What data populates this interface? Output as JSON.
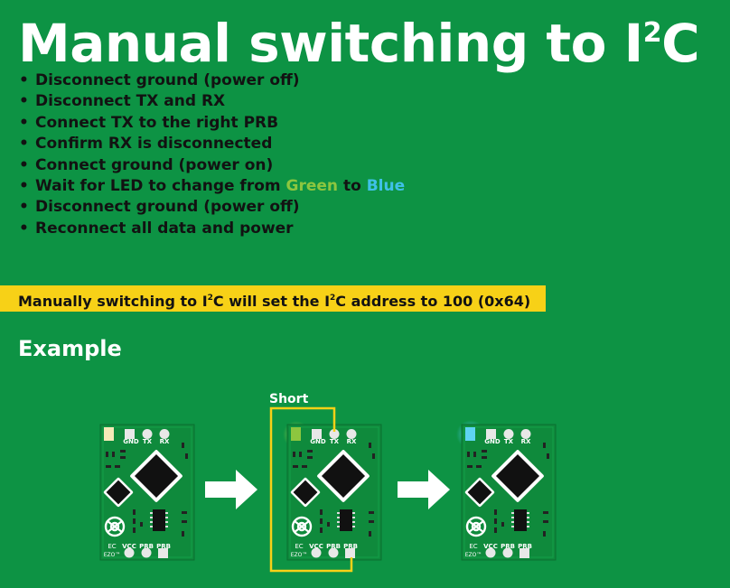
{
  "title": {
    "main": "Manual switching to I",
    "sup": "2",
    "end": "C"
  },
  "steps": [
    {
      "text": "Disconnect ground (power off)"
    },
    {
      "text": "Disconnect TX and RX"
    },
    {
      "text": "Connect TX to the right PRB"
    },
    {
      "text": "Confirm RX is disconnected"
    },
    {
      "text": "Connect ground (power on)"
    },
    {
      "text": "Wait for LED to change from ",
      "green": "Green",
      "mid": " to ",
      "blue": "Blue"
    },
    {
      "text": "Disconnect ground (power off)"
    },
    {
      "text": "Reconnect all data and power"
    }
  ],
  "banner": {
    "p1": "Manually switching to I",
    "sup1": "2",
    "p2": "C will set the I",
    "sup2": "2",
    "p3": "C address to 100 (0x64)"
  },
  "example": {
    "heading": "Example",
    "short_label": "Short"
  },
  "board": {
    "pins_top": [
      "GND",
      "TX",
      "RX"
    ],
    "pins_bottom": [
      "VCC",
      "PRB",
      "PRB"
    ],
    "side_top": "EC",
    "side_bottom": "EZO™"
  },
  "colors": {
    "background": "#0d9344",
    "banner": "#f7d117",
    "led_initial": "#f5e9b8",
    "led_green": "#8dc63f",
    "led_blue": "#3fc1e8",
    "wire": "#f7d117"
  },
  "icons": [
    "arrow-right-icon",
    "atlas-scientific-logo-icon"
  ]
}
